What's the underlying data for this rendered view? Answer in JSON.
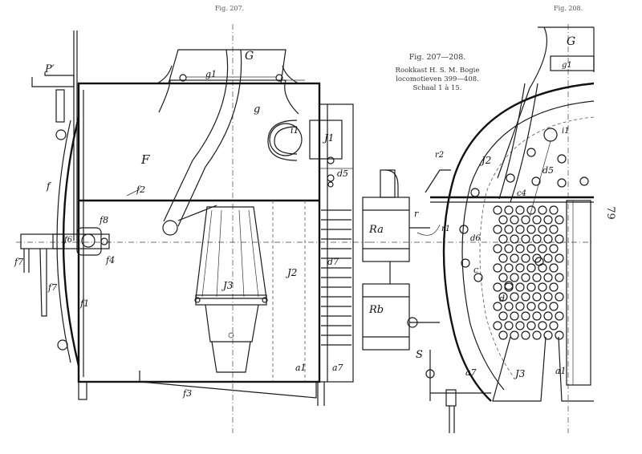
{
  "figure_labels": {
    "left": "Fig. 207.",
    "right": "Fig. 208."
  },
  "caption": {
    "title": "Fig. 207—208.",
    "line1": "Rookkast H. S. M. Bogie",
    "line2": "locomotieven 399—408.",
    "line3": "Schaal 1 à 15."
  },
  "page_number": "79",
  "part_labels": {
    "P1": "P′",
    "G_left": "G",
    "g1_left": "g1",
    "g": "g",
    "F": "F",
    "i1_left": "i1",
    "J1": "J1",
    "d5_left": "d5",
    "f2": "f2",
    "f_left": "f",
    "f8": "f8",
    "f6": "f6",
    "f7a": "f7",
    "f4": "f4",
    "f7b": "f7",
    "f1": "f1",
    "J3_left": "J3",
    "J2_left": "J2",
    "d7": "d7",
    "a1_left": "a1",
    "a7_left": "a7",
    "f3": "f3",
    "Ra": "Ra",
    "Rb": "Rb",
    "S": "S",
    "r2": "r2",
    "r": "r",
    "r1": "r1",
    "G_right": "G",
    "g1_right": "g1",
    "i1_right": "i1",
    "J2_right": "J2",
    "d5_right": "d5",
    "c4": "c4",
    "d6": "d6",
    "c": "c",
    "d": "d",
    "a7_right": "a7",
    "J3_right": "J3",
    "a1_right": "a1"
  }
}
